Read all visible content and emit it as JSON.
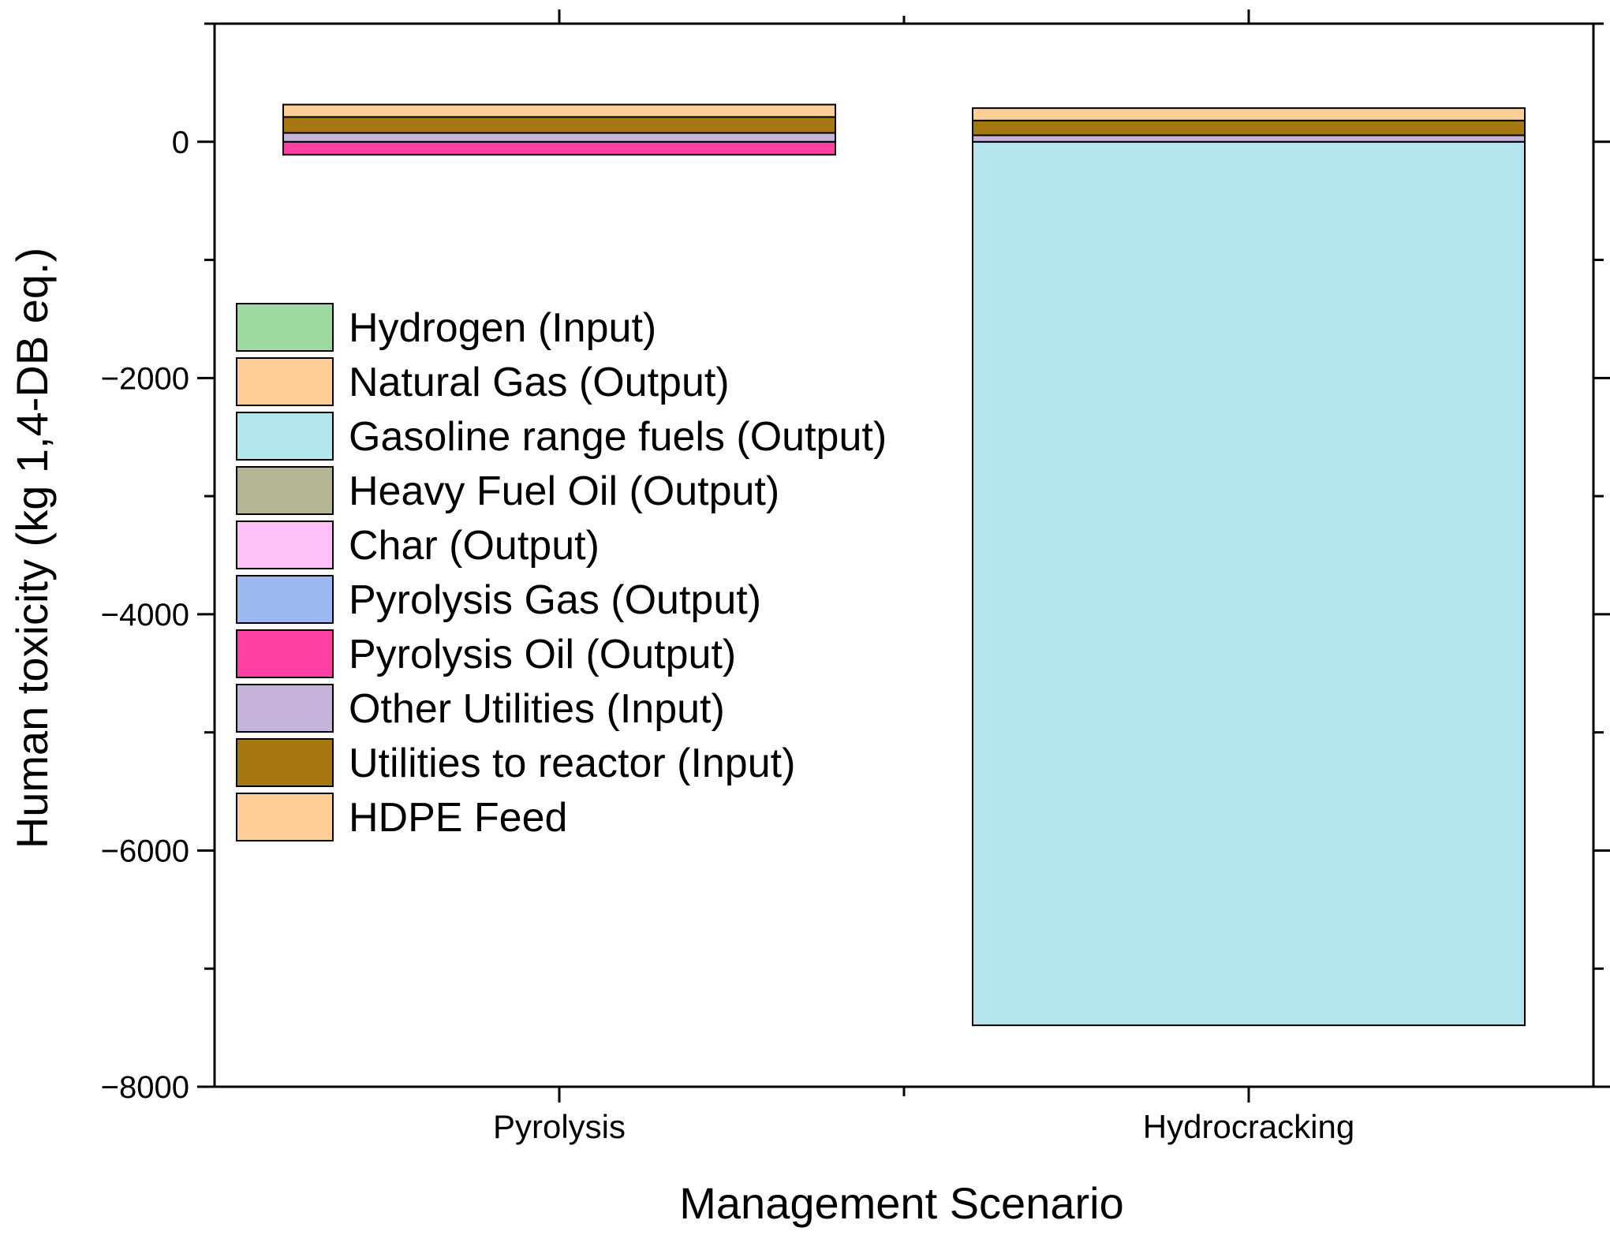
{
  "chart_data": {
    "type": "bar",
    "stacked": true,
    "title": "",
    "xlabel": "Management Scenario",
    "ylabel": "Human toxicity (kg 1,4-DB eq.)",
    "categories": [
      "Pyrolysis",
      "Hydrocracking"
    ],
    "ylim": [
      -8000,
      1000
    ],
    "yticks": [
      -8000,
      -6000,
      -4000,
      -2000,
      0
    ],
    "ytick_labels": [
      "−8000",
      "−6000",
      "−4000",
      "−2000",
      "0"
    ],
    "grid": false,
    "legend_position": "left",
    "series": [
      {
        "name": "Hydrogen (Input)",
        "color": "#9dd9a0",
        "values": [
          0,
          0
        ]
      },
      {
        "name": "Natural Gas (Output)",
        "color": "#fdce96",
        "values": [
          0,
          0
        ]
      },
      {
        "name": "Gasoline range fuels (Output)",
        "color": "#b4e5ec",
        "values": [
          0,
          -7480
        ]
      },
      {
        "name": "Heavy Fuel Oil (Output)",
        "color": "#b5b594",
        "values": [
          0,
          0
        ]
      },
      {
        "name": "Char (Output)",
        "color": "#ffbff7",
        "values": [
          0,
          0
        ]
      },
      {
        "name": "Pyrolysis Gas (Output)",
        "color": "#9eb9f2",
        "values": [
          0,
          0
        ]
      },
      {
        "name": "Pyrolysis Oil (Output)",
        "color": "#ff3fa2",
        "values": [
          -110,
          0
        ]
      },
      {
        "name": "Other Utilities (Input)",
        "color": "#c6b3d9",
        "values": [
          75,
          55
        ]
      },
      {
        "name": "Utilities to reactor (Input)",
        "color": "#a77811",
        "values": [
          135,
          125
        ]
      },
      {
        "name": "HDPE Feed",
        "color": "#fdce96",
        "values": [
          105,
          105
        ]
      }
    ]
  }
}
